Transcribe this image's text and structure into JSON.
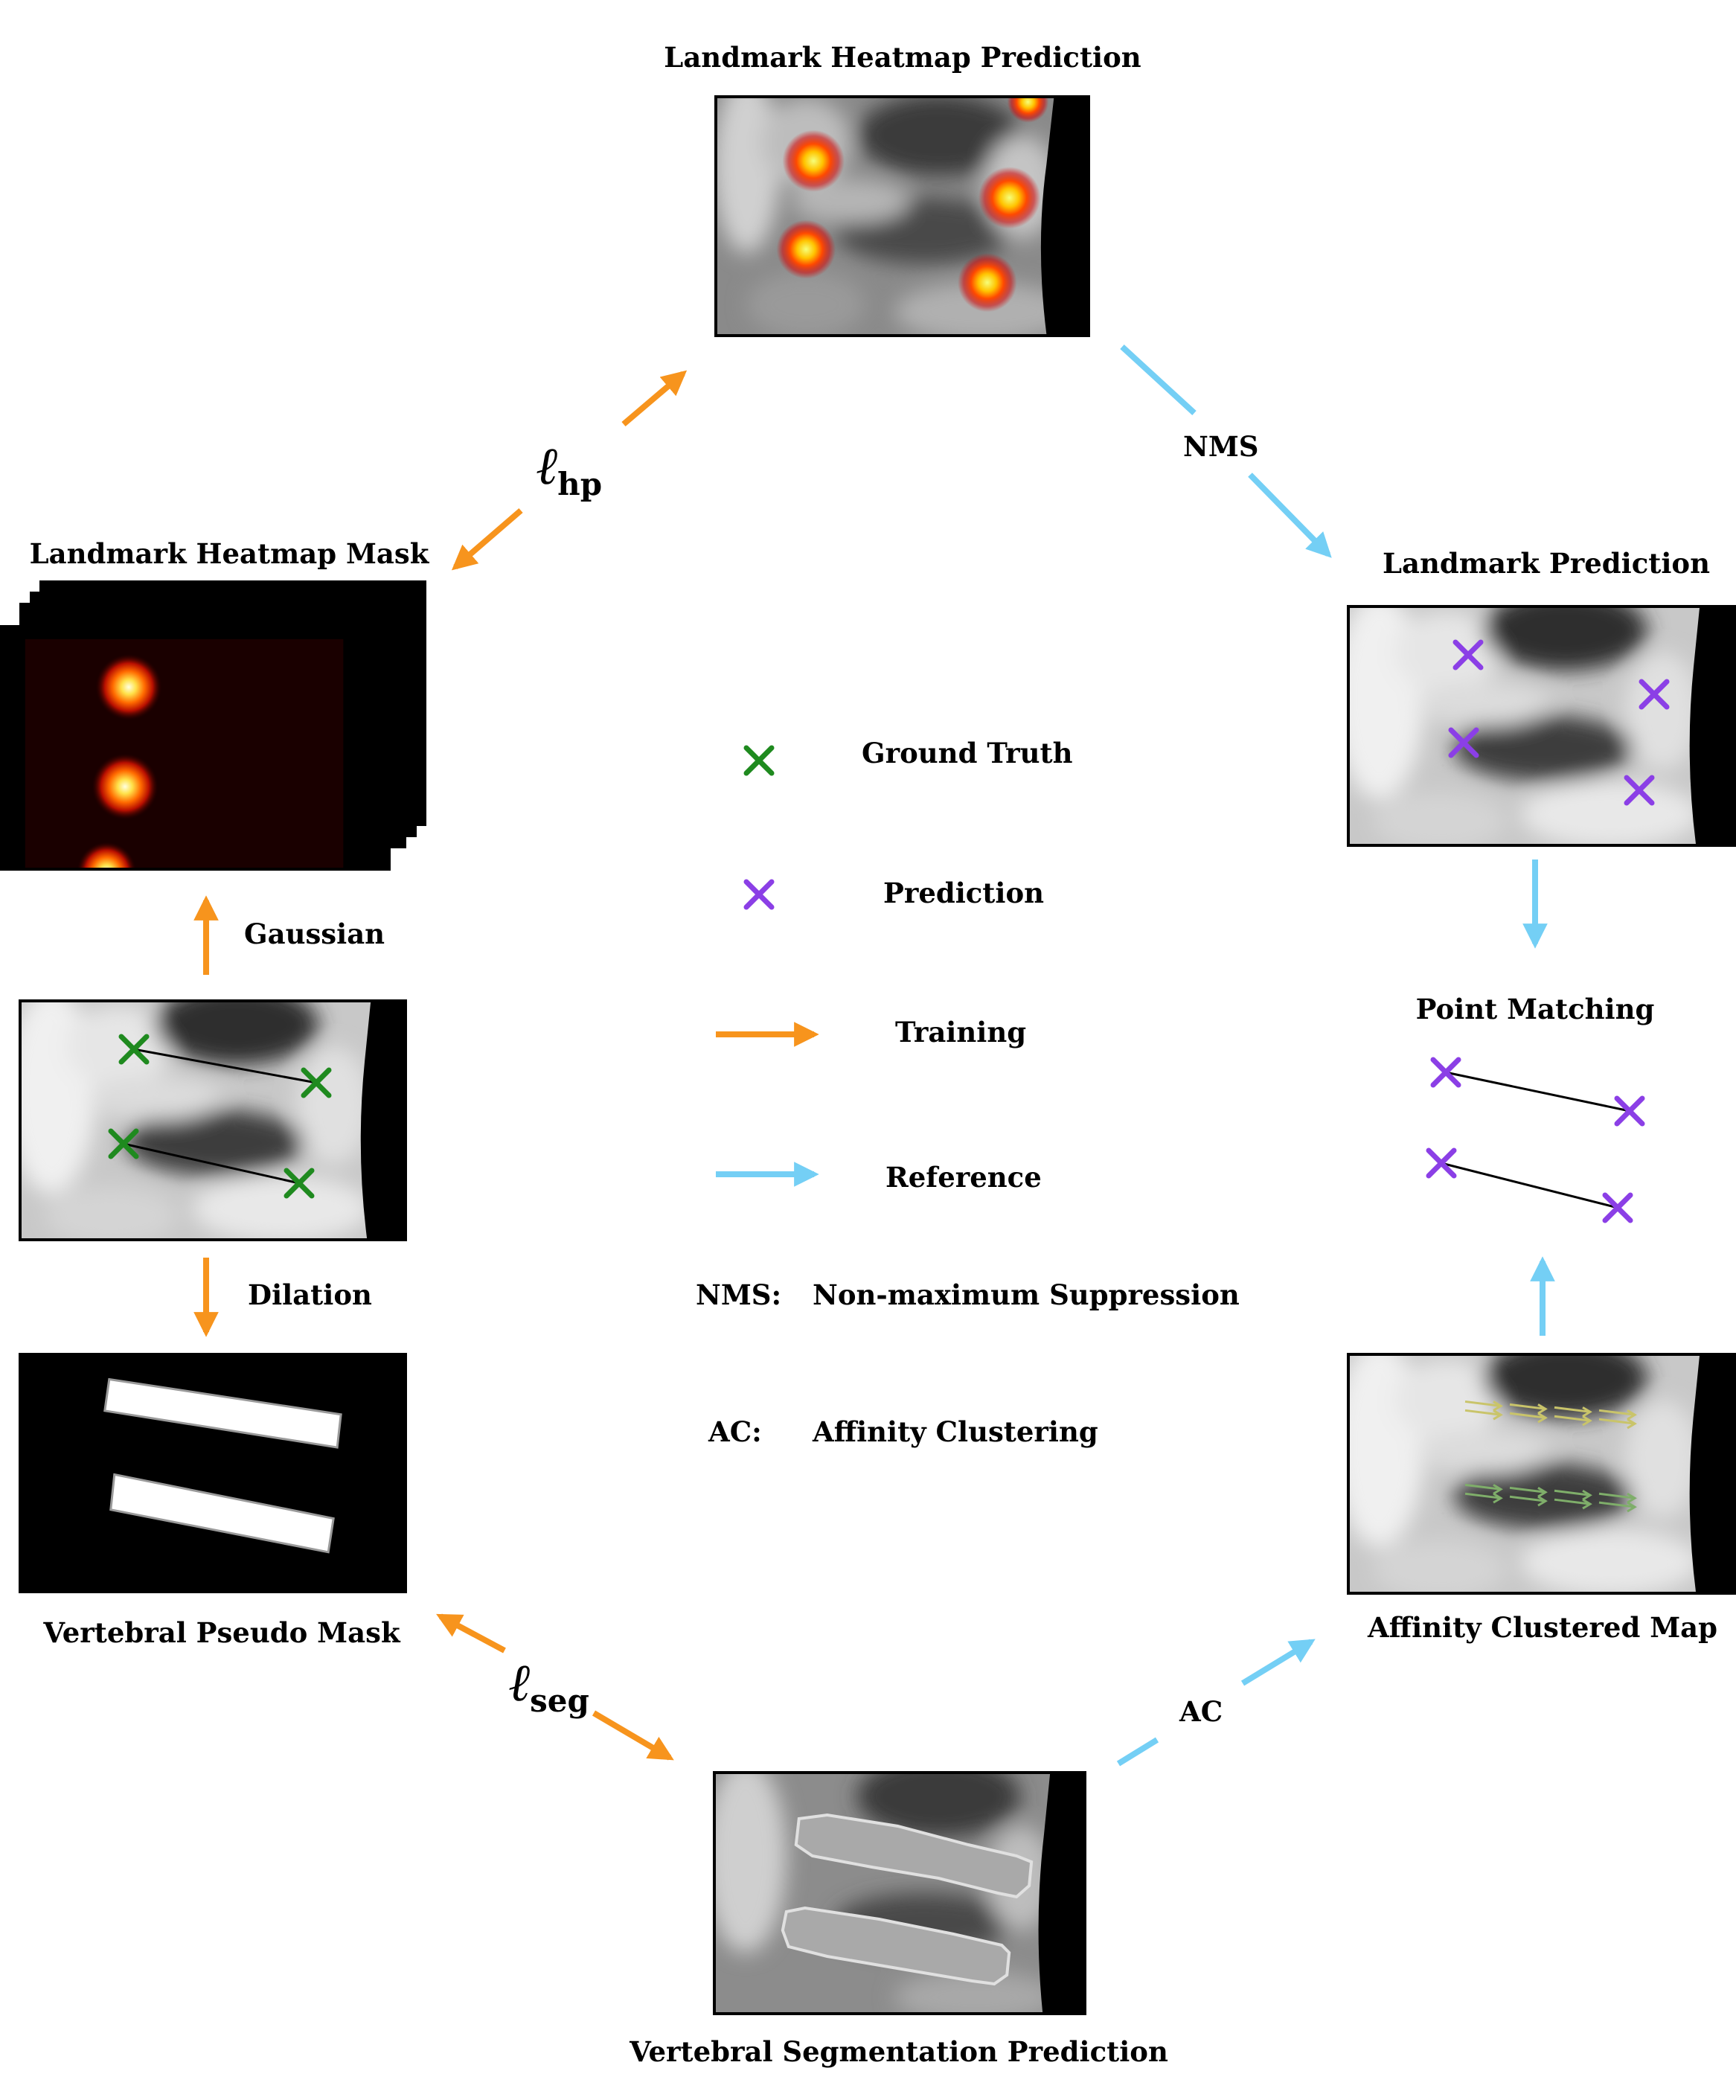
{
  "nodes": {
    "heatmap_prediction": "Landmark Heatmap Prediction",
    "heatmap_mask": "Landmark Heatmap Mask",
    "landmark_prediction": "Landmark Prediction",
    "point_matching": "Point Matching",
    "pseudo_mask": "Vertebral Pseudo Mask",
    "affinity_map": "Affinity Clustered Map",
    "segmentation_prediction": "Vertebral Segmentation Prediction"
  },
  "edges": {
    "gaussian": "Gaussian",
    "dilation": "Dilation",
    "nms": "NMS",
    "ac": "AC",
    "loss_hp_symbol": "ℓ",
    "loss_hp_sub": "hp",
    "loss_seg_symbol": "ℓ",
    "loss_seg_sub": "seg"
  },
  "legend": {
    "ground_truth": "Ground Truth",
    "prediction": "Prediction",
    "training": "Training",
    "reference": "Reference",
    "nms_key": "NMS:",
    "nms_value": "Non-maximum Suppression",
    "ac_key": "AC:",
    "ac_value": "Affinity Clustering"
  },
  "colors": {
    "training_arrow": "#F7941D",
    "reference_arrow": "#74CFF5",
    "ground_truth_marker": "#1F8A1F",
    "prediction_marker": "#8B3FE6"
  }
}
